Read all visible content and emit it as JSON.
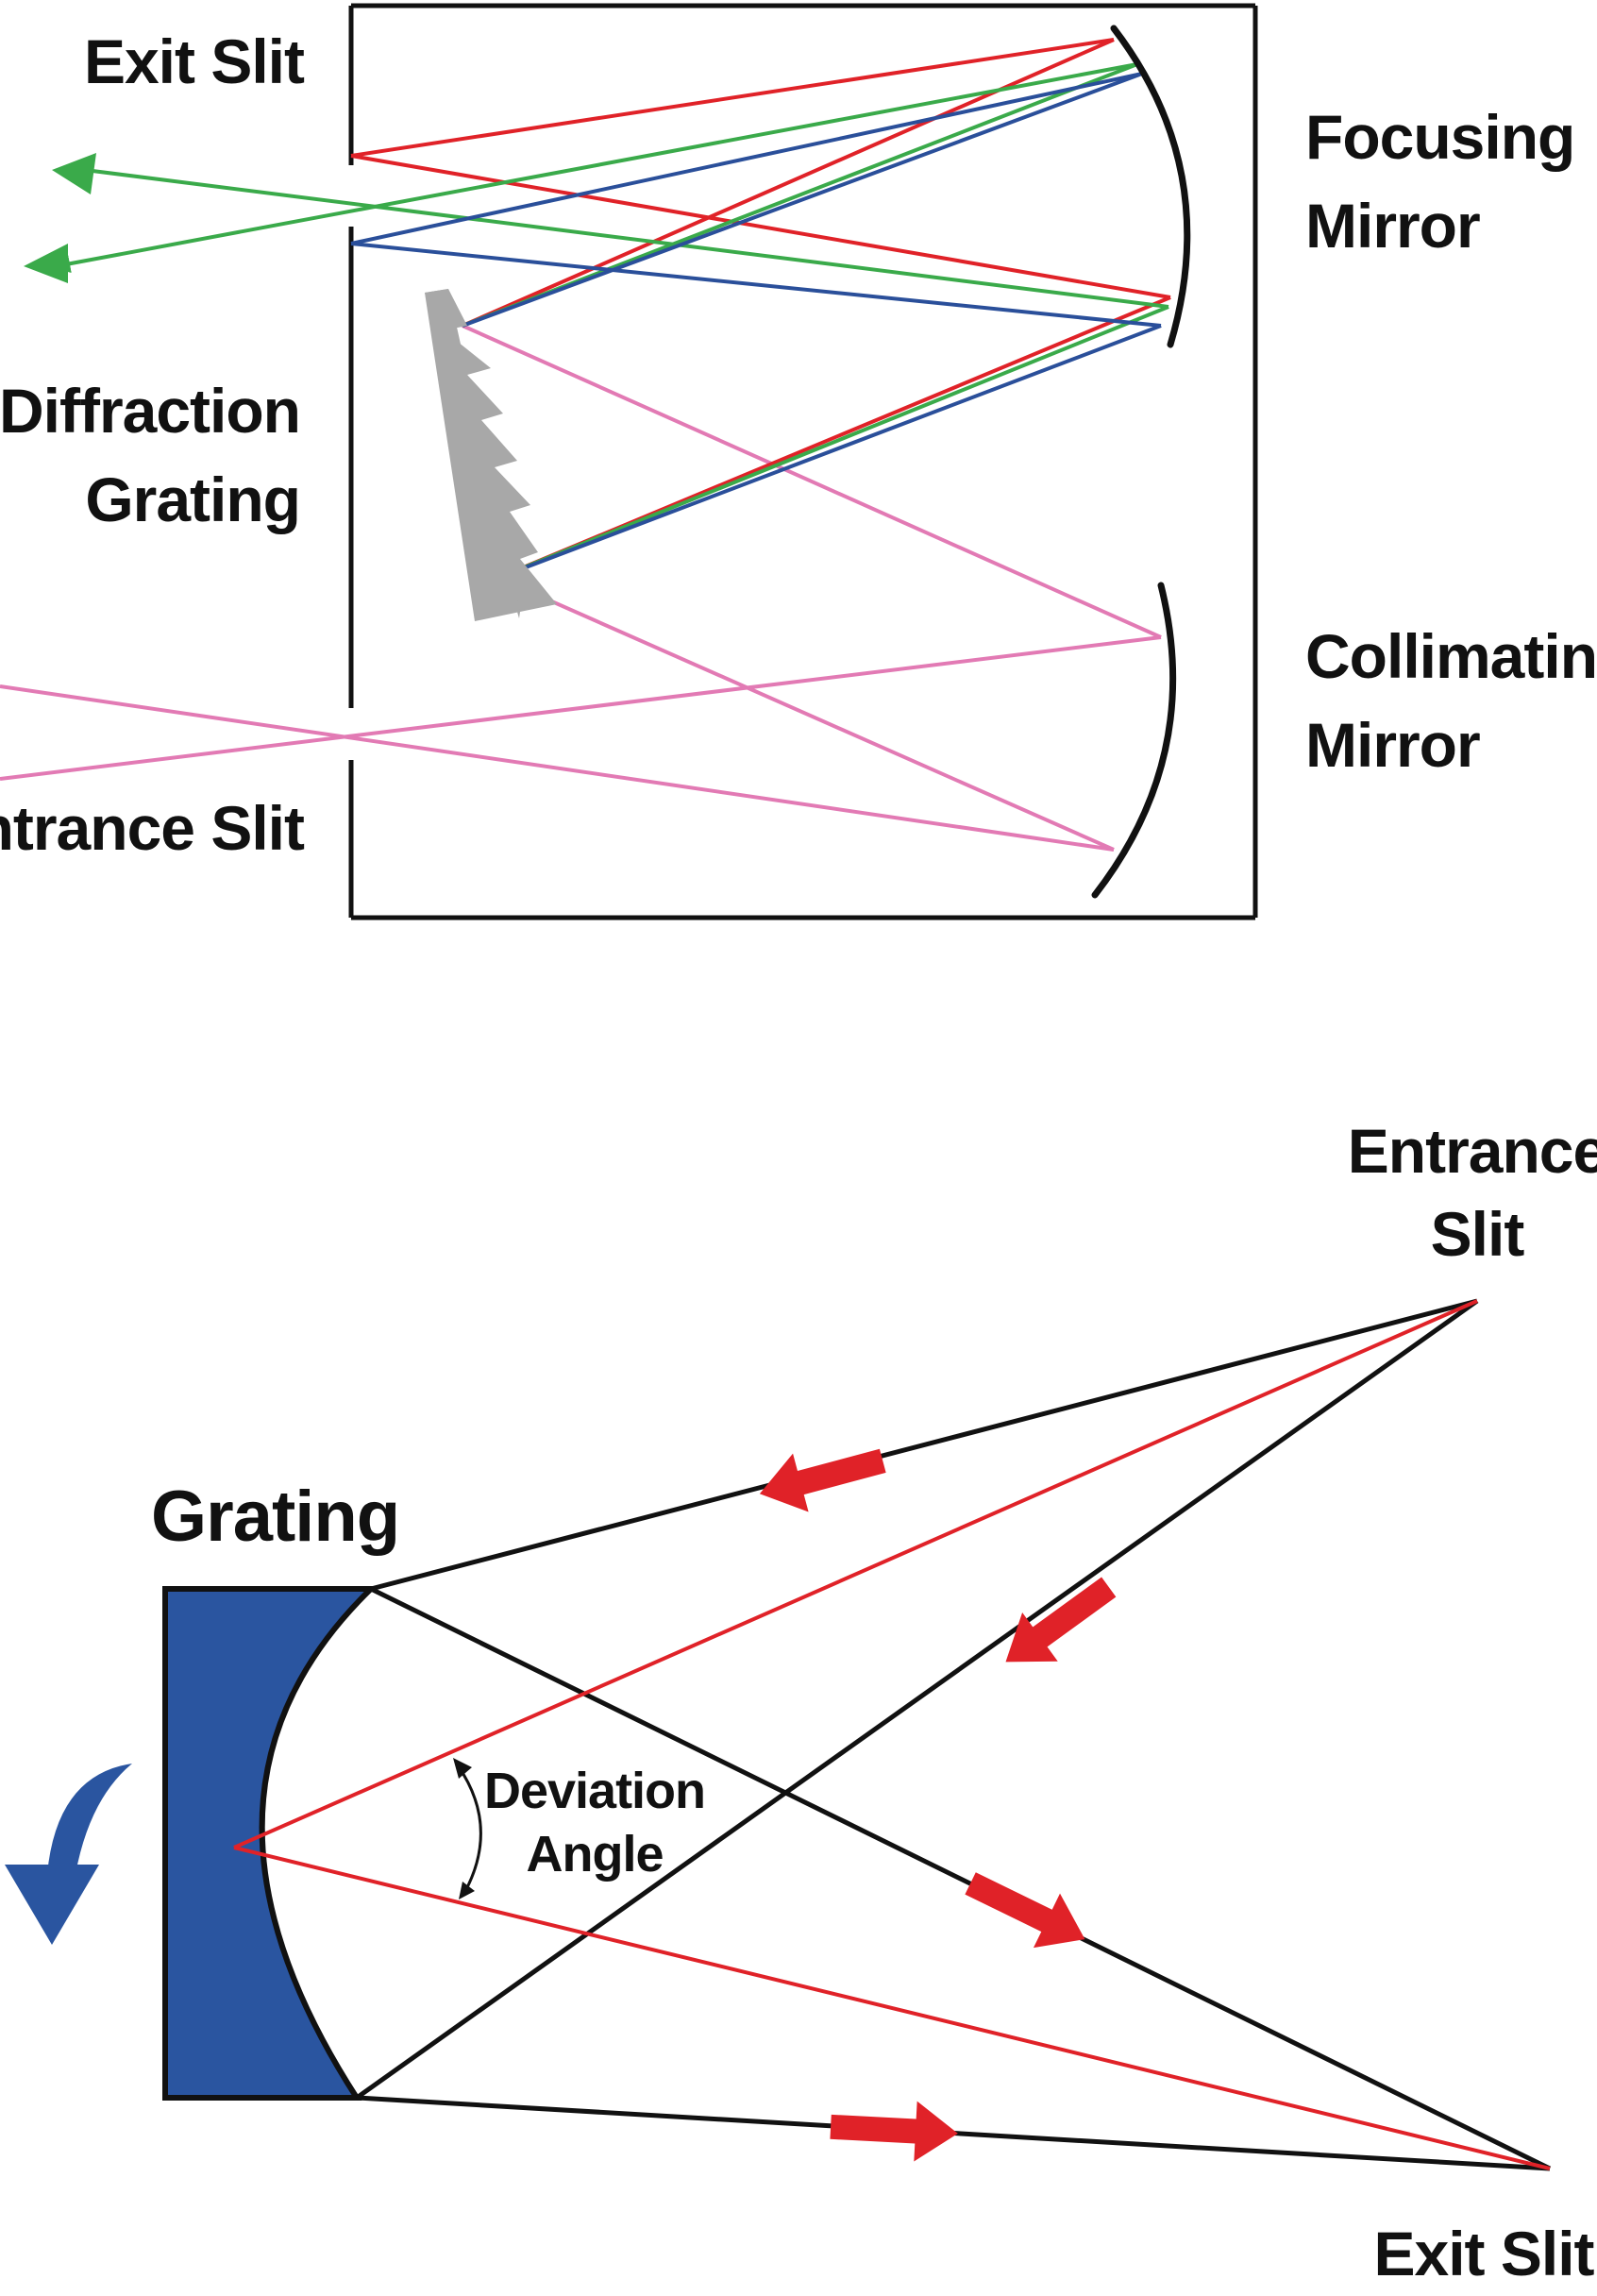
{
  "top_diagram": {
    "labels": {
      "exit_slit": "Exit Slit",
      "focusing_mirror_line1": "Focusing",
      "focusing_mirror_line2": "Mirror",
      "diffraction_grating_line1": "Diffraction",
      "diffraction_grating_line2": "Grating",
      "collimating_mirror_line1": "Collimating",
      "collimating_mirror_line2": "Mirror",
      "entrance_slit": "Entrance Slit"
    }
  },
  "bottom_diagram": {
    "labels": {
      "entrance_slit_line1": "Entrance",
      "entrance_slit_line2": "Slit",
      "grating": "Grating",
      "deviation_angle_line1": "Deviation",
      "deviation_angle_line2": "Angle",
      "exit_slit": "Exit Slit"
    }
  },
  "colors": {
    "red": "#e02228",
    "green": "#3aaa4a",
    "blue": "#2a4f9a",
    "pink": "#e27ab4",
    "grating_gray": "#a8a8a8",
    "grating_blue": "#2a55a0",
    "outline": "#111111"
  }
}
